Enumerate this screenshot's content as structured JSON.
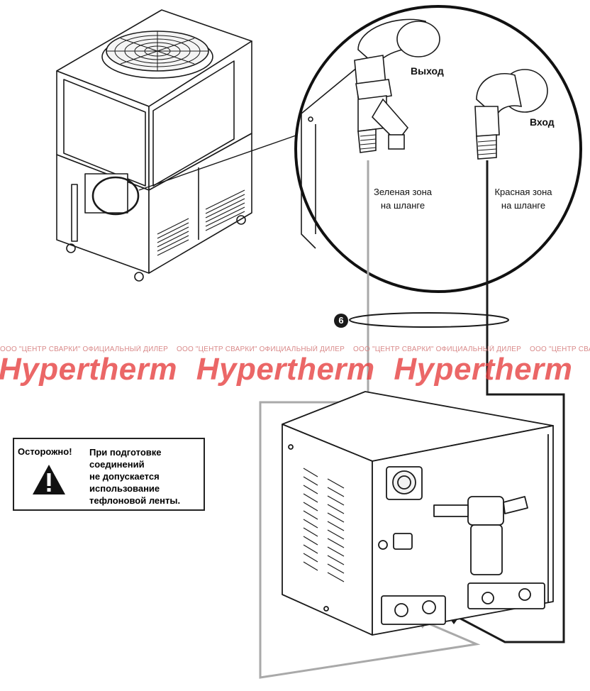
{
  "labels": {
    "outlet": "Выход",
    "inlet": "Вход",
    "green_zone": "Зеленая зона\nна шланге",
    "red_zone": "Красная зона\nна шланге",
    "callout": "6"
  },
  "warning": {
    "title": "Осторожно!",
    "text": "При подготовке\nсоединений\nне допускается\nиспользование\nтефлоновой ленты."
  },
  "watermark": {
    "dealer": "ООО \"ЦЕНТР СВАРКИ\"  ОФИЦИАЛЬНЫЙ ДИЛЕР",
    "brand": "Hypertherm"
  },
  "colors": {
    "line": "#1a1a1a",
    "green_hose": "#a9a9a9",
    "red_hose": "#1a1a1a",
    "watermark": "#e63c3c"
  }
}
